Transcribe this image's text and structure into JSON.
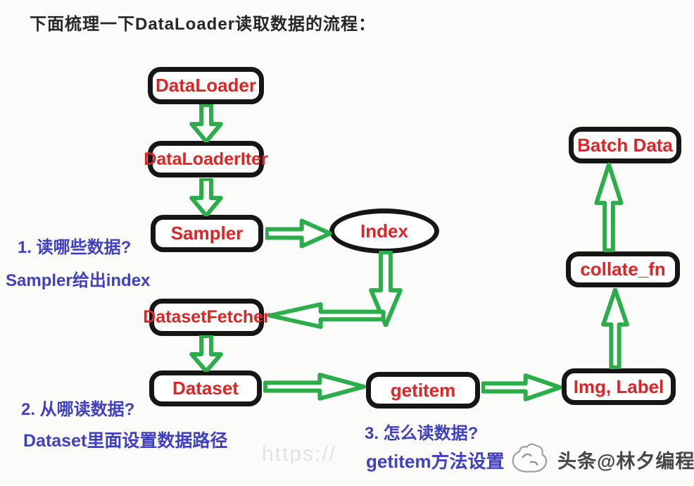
{
  "title": "下面梳理一下DataLoader读取数据的流程：",
  "nodes": {
    "dataloader": "DataLoader",
    "dataloaderiter": "DataLoaderIter",
    "sampler": "Sampler",
    "index": "Index",
    "datasetfetcher": "DatasetFetcher",
    "dataset": "Dataset",
    "getitem": "getitem",
    "img_label": "Img, Label",
    "collate_fn": "collate_fn",
    "batch_data": "Batch Data"
  },
  "edges": [
    {
      "from": "DataLoader",
      "to": "DataLoaderIter"
    },
    {
      "from": "DataLoaderIter",
      "to": "Sampler"
    },
    {
      "from": "Sampler",
      "to": "Index"
    },
    {
      "from": "Index",
      "to": "DatasetFetcher"
    },
    {
      "from": "DatasetFetcher",
      "to": "Dataset"
    },
    {
      "from": "Dataset",
      "to": "getitem"
    },
    {
      "from": "getitem",
      "to": "Img, Label"
    },
    {
      "from": "Img, Label",
      "to": "collate_fn"
    },
    {
      "from": "collate_fn",
      "to": "Batch Data"
    }
  ],
  "notes": {
    "n1_line1": "1. 读哪些数据?",
    "n1_line2": "Sampler给出index",
    "n2_line1": "2. 从哪读数据?",
    "n2_line2": "Dataset里面设置数据路径",
    "n3_line1": "3. 怎么读数据?",
    "n3_line2": "getitem方法设置"
  },
  "watermark": {
    "url_fragment": "https://",
    "credit": "头条@林夕编程",
    "logo": "toutiao-hand-logo"
  },
  "colors": {
    "node_text": "#de2424",
    "node_border": "#161616",
    "arrow_green": "#2bae4a",
    "note_blue": "#4040c4",
    "title_gray": "#262626",
    "background": "#fbfbfa"
  }
}
